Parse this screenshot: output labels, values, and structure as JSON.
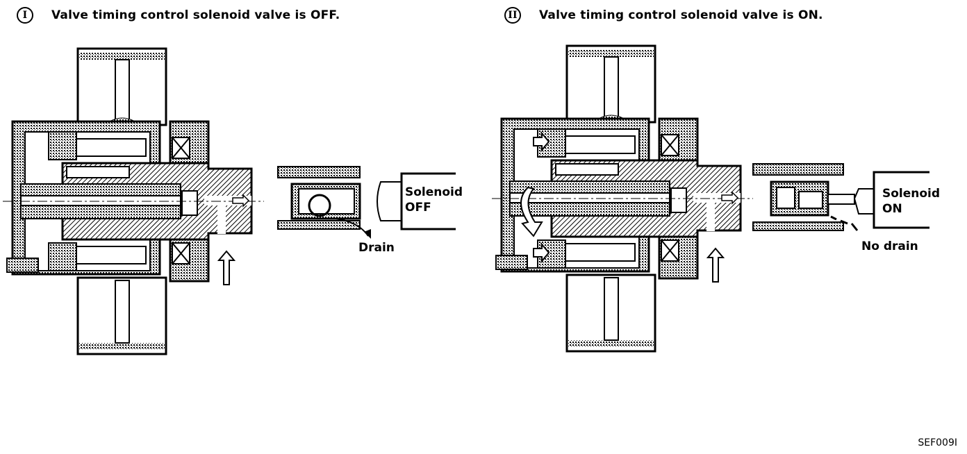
{
  "panels": [
    {
      "number": "I",
      "title": "Valve timing control solenoid valve is OFF.",
      "solenoid_label_line1": "Solenoid",
      "solenoid_label_line2": "OFF",
      "drain_label": "Drain"
    },
    {
      "number": "II",
      "title": "Valve timing control solenoid valve is ON.",
      "solenoid_label_line1": "Solenoid",
      "solenoid_label_line2": "ON",
      "drain_label": "No drain"
    }
  ],
  "figure_code": "SEF009I",
  "colors": {
    "ink": "#000000",
    "paper": "#ffffff"
  }
}
